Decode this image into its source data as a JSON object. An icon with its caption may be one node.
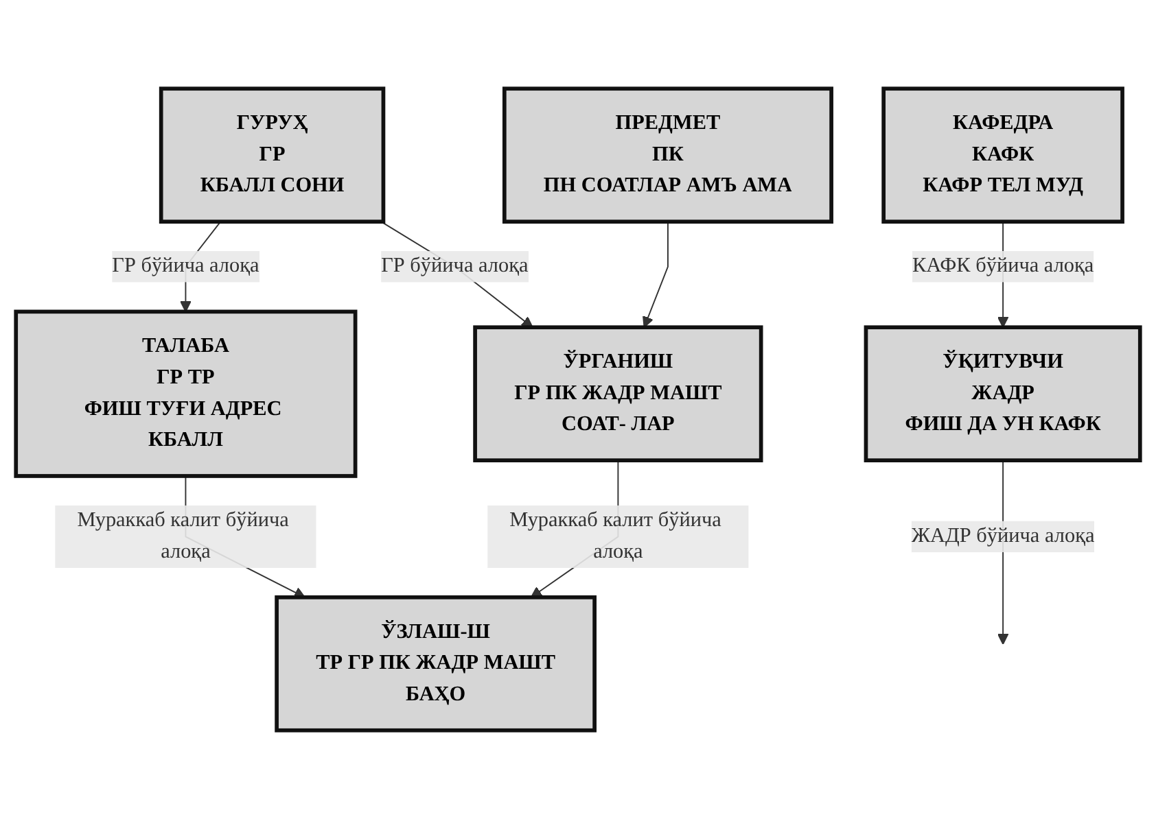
{
  "diagram": {
    "nodes": [
      {
        "text": [
          "ГУРУҲ",
          "ГР",
          "КБАЛЛ СОНИ"
        ]
      },
      {
        "text": [
          "ПРЕДМЕТ",
          "ПК",
          "ПН СОАТЛАР АМЪ АМА"
        ]
      },
      {
        "text": [
          "ТАЛАБА",
          "ГР ТР",
          "ФИШ ТУҒИ АДРЕС КБАЛЛ"
        ]
      },
      {
        "text": [
          "ЎРГАНИШ",
          "ГР ПК ЖАДР МАШТ",
          "СОАТ- ЛАР"
        ]
      },
      {
        "text": [
          "КАФЕДРА",
          "КАФК",
          "КАФР ТЕЛ МУД"
        ]
      },
      {
        "text": [
          "ЎЗЛАШ-Ш",
          "ТР ГР ПК ЖАДР МАШТ",
          "БАҲО"
        ]
      },
      {
        "text": [
          "ЎҚИТУВЧИ",
          "ЖАДР",
          "ФИШ ДА УН КАФК"
        ]
      }
    ],
    "edges": [
      {
        "from": 0,
        "to": 2,
        "arrow": "to",
        "label": "ГР бўйича алоқа"
      },
      {
        "from": 0,
        "to": 3,
        "arrow": "to",
        "label": "ГР бўйича алоқа"
      },
      {
        "from": 1,
        "to": 3,
        "arrow": "to"
      },
      {
        "from": 4,
        "to": 6,
        "arrow": "to",
        "label": "КАФК бўйича алоқа"
      },
      {
        "from": 2,
        "to": 5,
        "arrow": "to",
        "label": "Мураккаб калит бўйича алоқа"
      },
      {
        "from": 3,
        "to": 5,
        "arrow": "to",
        "label": "Мураккаб калит бўйича алоқа"
      },
      {
        "from": 6,
        "to": null,
        "arrow": "to",
        "label": "ЖАДР бўйича алоқа"
      }
    ]
  }
}
